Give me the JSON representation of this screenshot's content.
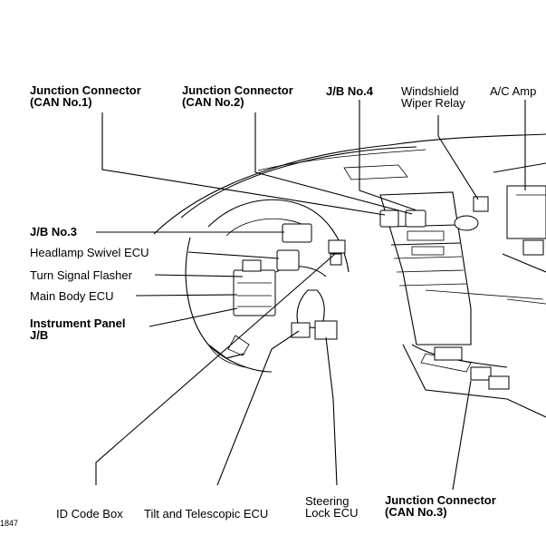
{
  "labels": {
    "jc_can1": {
      "line1": "Junction Connector",
      "line2": "(CAN No.1)"
    },
    "jc_can2": {
      "line1": "Junction Connector",
      "line2": "(CAN No.2)"
    },
    "jb4": "J/B No.4",
    "wiper": {
      "line1": "Windshield",
      "line2": "Wiper Relay"
    },
    "ac_amp": "A/C Amp",
    "jb3": "J/B No.3",
    "headlamp": "Headlamp Swivel ECU",
    "turn": "Turn Signal Flasher",
    "mainbody": "Main Body ECU",
    "ip_jb": {
      "line1": "Instrument Panel",
      "line2": "J/B"
    },
    "idcode": "ID Code Box",
    "tilt": "Tilt and Telescopic ECU",
    "steering": {
      "line1": "Steering",
      "line2": "Lock ECU"
    },
    "jc_can3": {
      "line1": "Junction Connector",
      "line2": "(CAN No.3)"
    },
    "figure_id": "1847"
  }
}
